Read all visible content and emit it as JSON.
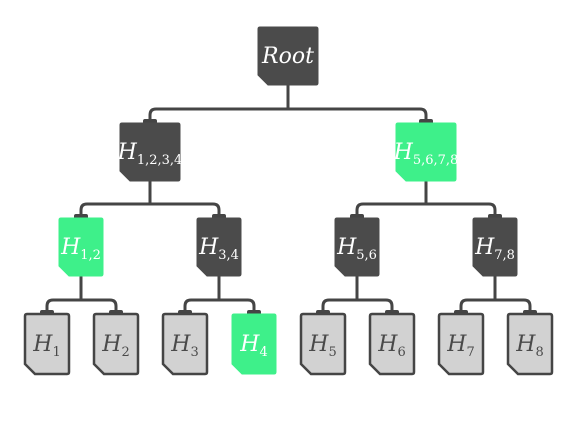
{
  "colors": {
    "dark": "#4b4b4b",
    "green": "#3ef08a",
    "light": "#d2d2d2",
    "stroke": "#454545",
    "text_on_dark": "#ffffff",
    "text_on_light": "#4a4a4a"
  },
  "nodes": {
    "root": {
      "main": "Root",
      "sub": "",
      "fill": "dark"
    },
    "h1234": {
      "main": "H",
      "sub": "1,2,3,4",
      "fill": "dark"
    },
    "h5678": {
      "main": "H",
      "sub": "5,6,7,8",
      "fill": "green"
    },
    "h12": {
      "main": "H",
      "sub": "1,2",
      "fill": "green"
    },
    "h34": {
      "main": "H",
      "sub": "3,4",
      "fill": "dark"
    },
    "h56": {
      "main": "H",
      "sub": "5,6",
      "fill": "dark"
    },
    "h78": {
      "main": "H",
      "sub": "7,8",
      "fill": "dark"
    },
    "h1": {
      "main": "H",
      "sub": "1",
      "fill": "light"
    },
    "h2": {
      "main": "H",
      "sub": "2",
      "fill": "light"
    },
    "h3": {
      "main": "H",
      "sub": "3",
      "fill": "light"
    },
    "h4": {
      "main": "H",
      "sub": "4",
      "fill": "green"
    },
    "h5": {
      "main": "H",
      "sub": "5",
      "fill": "light"
    },
    "h6": {
      "main": "H",
      "sub": "6",
      "fill": "light"
    },
    "h7": {
      "main": "H",
      "sub": "7",
      "fill": "light"
    },
    "h8": {
      "main": "H",
      "sub": "8",
      "fill": "light"
    }
  },
  "edges": [
    [
      "root",
      "h1234"
    ],
    [
      "root",
      "h5678"
    ],
    [
      "h1234",
      "h12"
    ],
    [
      "h1234",
      "h34"
    ],
    [
      "h5678",
      "h56"
    ],
    [
      "h5678",
      "h78"
    ],
    [
      "h12",
      "h1"
    ],
    [
      "h12",
      "h2"
    ],
    [
      "h34",
      "h3"
    ],
    [
      "h34",
      "h4"
    ],
    [
      "h56",
      "h5"
    ],
    [
      "h56",
      "h6"
    ],
    [
      "h78",
      "h7"
    ],
    [
      "h78",
      "h8"
    ]
  ]
}
